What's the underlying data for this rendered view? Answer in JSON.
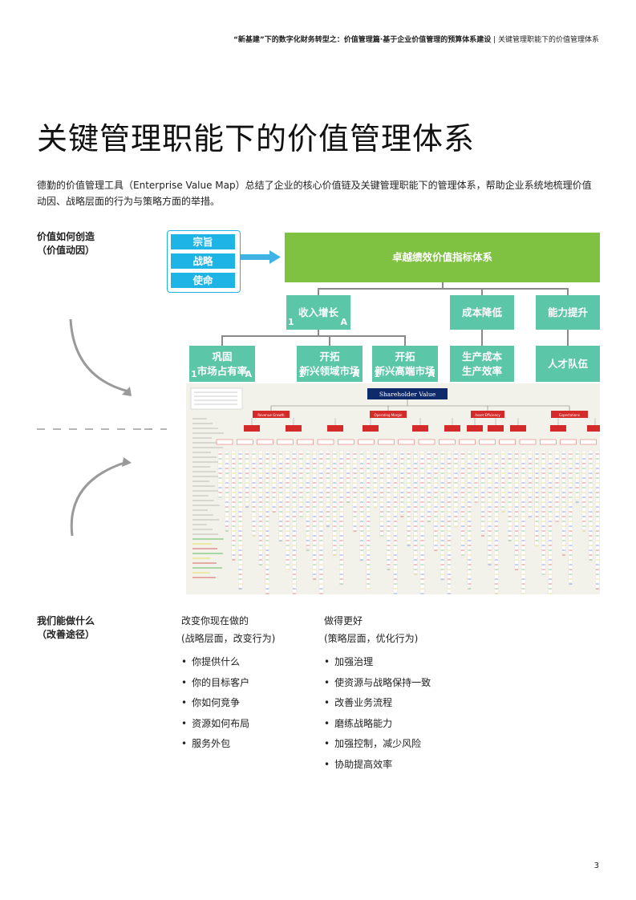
{
  "header": {
    "bold_part": "“新基建”下的数字化财务转型之：价值管理篇·基于企业价值管理的预算体系建设",
    "normal_part": "| 关键管理职能下的价值管理体系"
  },
  "title": "关键管理职能下的价值管理体系",
  "intro": "德勤的价值管理工具（Enterprise Value Map）总结了企业的核心价值链及关键管理职能下的管理体系，帮助企业系统地梳理价值动因、战略层面的行为与策略方面的举措。",
  "section1": {
    "line1": "价值如何创造",
    "line2": "（价值动因）"
  },
  "section2": {
    "line1": "我们能做什么",
    "line2": "（改善途径）"
  },
  "purpose_boxes": [
    "宗旨",
    "战略",
    "使命"
  ],
  "top_box": "卓越绩效价值指标体系",
  "level2": [
    {
      "label": "收入增长",
      "corner_left": "1",
      "corner_right": "A"
    },
    {
      "label": "成本降低"
    },
    {
      "label": "能力提升"
    }
  ],
  "level3": [
    {
      "line1": "巩固",
      "line2": "市场占有率",
      "corner_left": "1",
      "corner_right": "A"
    },
    {
      "line1": "开拓",
      "line2": "新兴领域市场",
      "corner_left": "1",
      "corner_right": "A"
    },
    {
      "line1": "开拓",
      "line2": "新兴高端市场",
      "corner_left": "1",
      "corner_right": "A"
    },
    {
      "line1": "生产成本",
      "line2": "生产效率"
    },
    {
      "line1": "人才队伍",
      "line2": ""
    }
  ],
  "value_map": {
    "root": "Shareholder Value",
    "branches": [
      "Revenue Growth",
      "Operating Margin",
      "Asset Efficiency",
      "Expectations"
    ]
  },
  "col_a": {
    "line1": "改变你现在做的",
    "line2": "(战略层面，改变行为)",
    "items": [
      "你提供什么",
      "你的目标客户",
      "你如何竞争",
      "资源如何布局",
      "服务外包"
    ]
  },
  "col_b": {
    "line1": "做得更好",
    "line2": "(策略层面，优化行为)",
    "items": [
      "加强治理",
      "使资源与战略保持一致",
      "改善业务流程",
      "磨练战略能力",
      "加强控制，减少风险",
      "协助提高效率"
    ]
  },
  "page_number": "3",
  "colors": {
    "teal": "#5cc6a9",
    "blue": "#1fb4e6",
    "green": "#7fc241",
    "red": "#d42a2a",
    "navy": "#0f2a6b"
  }
}
